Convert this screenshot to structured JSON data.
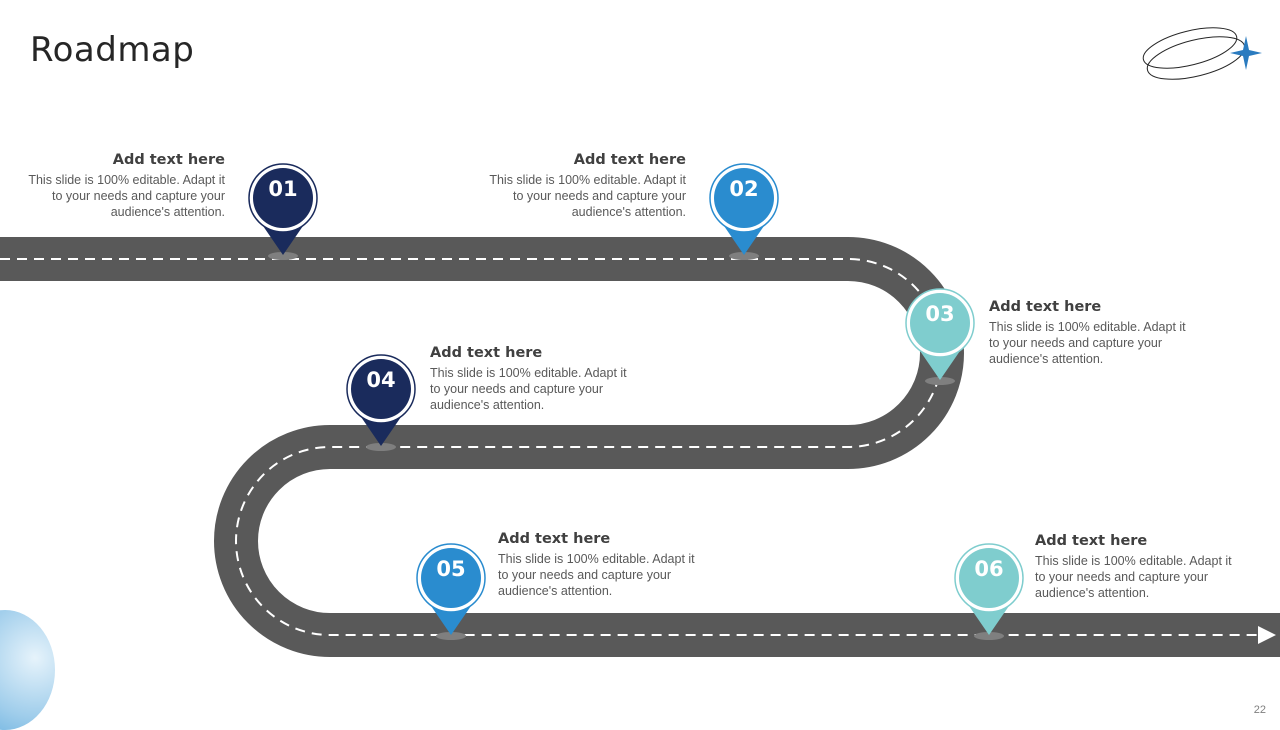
{
  "title": "Roadmap",
  "page_number": "22",
  "colors": {
    "road": "#595959",
    "navy": "#1a2b5c",
    "blue": "#2a8ccf",
    "teal": "#7fcdce",
    "accent_star": "#2a7bbf"
  },
  "logo": {
    "icon": "orbit-star-icon"
  },
  "milestones": [
    {
      "number": "01",
      "heading": "Add text here",
      "body": "This slide is 100% editable. Adapt it to your needs and capture your audience's attention.",
      "color": "#1a2b5c"
    },
    {
      "number": "02",
      "heading": "Add text here",
      "body": "This slide is 100% editable. Adapt it to your needs and capture your audience's attention.",
      "color": "#2a8ccf"
    },
    {
      "number": "03",
      "heading": "Add text here",
      "body": "This slide is 100% editable. Adapt it to your needs and capture your audience's attention.",
      "color": "#7fcdce"
    },
    {
      "number": "04",
      "heading": "Add text here",
      "body": "This slide is 100% editable. Adapt it to your needs and capture your audience's attention.",
      "color": "#1a2b5c"
    },
    {
      "number": "05",
      "heading": "Add text here",
      "body": "This slide is 100% editable. Adapt it to your needs and capture your audience's attention.",
      "color": "#2a8ccf"
    },
    {
      "number": "06",
      "heading": "Add text here",
      "body": "This slide is 100% editable. Adapt it to your needs and capture your audience's attention.",
      "color": "#7fcdce"
    }
  ]
}
